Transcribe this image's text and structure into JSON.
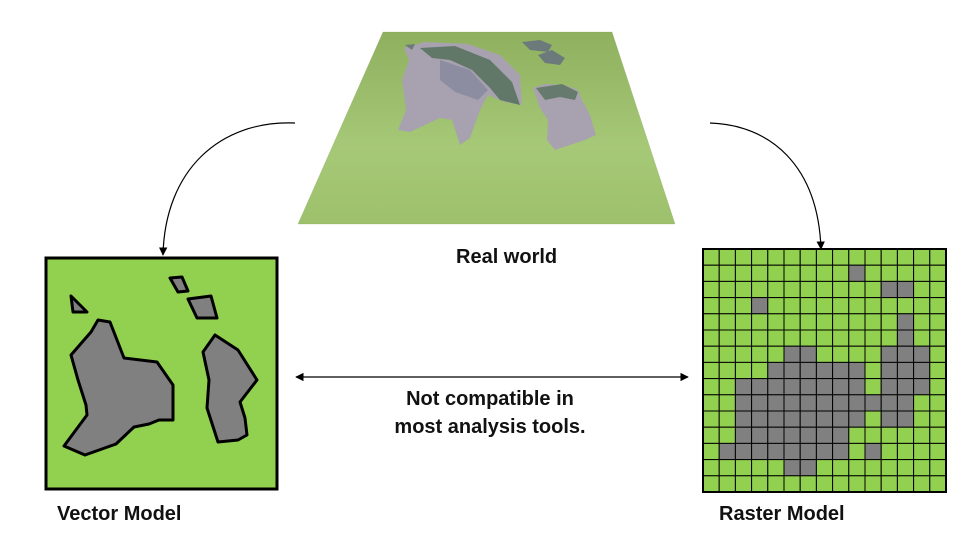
{
  "labels": {
    "real_world": "Real world",
    "vector_model": "Vector Model",
    "raster_model": "Raster Model",
    "note_line1": "Not compatible in",
    "note_line2": "most analysis tools."
  },
  "colors": {
    "land_green": "#92d050",
    "feature_gray": "#808080",
    "outline": "#000000",
    "terrain_green": "#9cc06a",
    "terrain_mountain": "#a9a3ad",
    "terrain_shadow": "#52705a"
  },
  "raster_grid": {
    "rows": 15,
    "cols": 15,
    "cells": [
      "000000000000000",
      "000000000100000",
      "000000000001100",
      "000100000000000",
      "000000000000100",
      "000000000000100",
      "000001100001110",
      "000011111101110",
      "001111111101110",
      "001111111111100",
      "001111111101100",
      "001111111000000",
      "011111111010000",
      "000001100000000",
      "000000000000000"
    ]
  }
}
